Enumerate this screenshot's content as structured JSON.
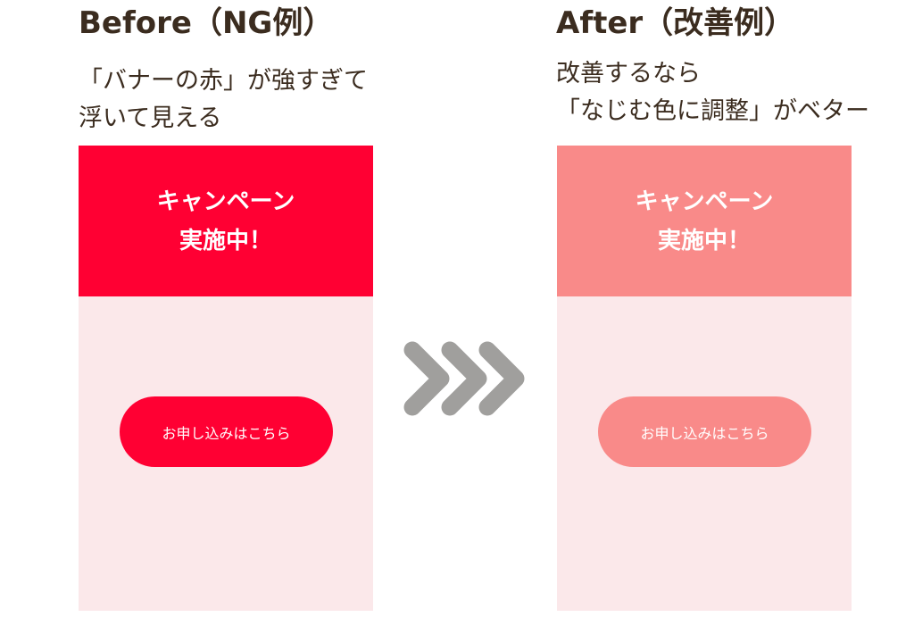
{
  "before": {
    "heading": "Before（NG例）",
    "desc_lines": [
      "「バナーの赤」が強すぎて",
      "浮いて見える"
    ],
    "banner_lines": [
      "キャンペーン",
      "実施中！"
    ],
    "cta_label": "お申し込みはこちら",
    "banner_color": "#ff0033",
    "content_bg": "#fbe8ea",
    "cta_color": "#ff0033"
  },
  "after": {
    "heading": "After（改善例）",
    "desc_lines": [
      "改善するなら",
      "「なじむ色に調整」がベター"
    ],
    "banner_lines": [
      "キャンペーン",
      "実施中！"
    ],
    "cta_label": "お申し込みはこちら",
    "banner_color": "#f98a89",
    "content_bg": "#fbe8ea",
    "cta_color": "#f98a89"
  },
  "colors": {
    "text": "#3b2c1f",
    "arrow": "#a09f9d"
  }
}
